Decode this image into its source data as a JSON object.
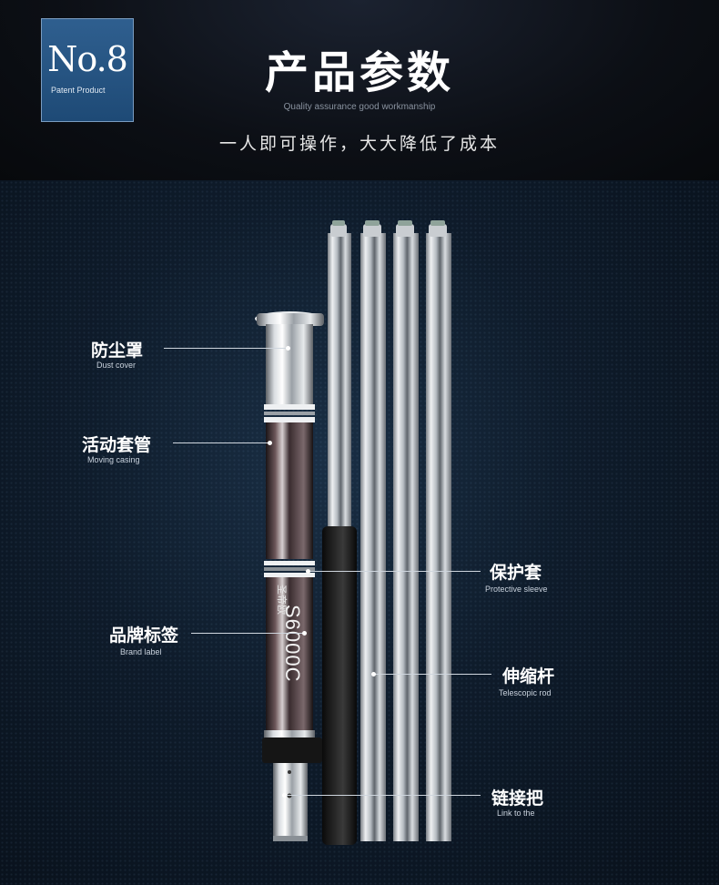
{
  "badge": {
    "number": "No.8",
    "subtitle": "Patent Product"
  },
  "header": {
    "title": "产品参数",
    "title_en": "Quality assurance good workmanship",
    "slogan": "一人即可操作，大大降低了成本"
  },
  "product": {
    "model": "S6000C",
    "brand_text": "圣帝欧"
  },
  "labels": [
    {
      "cn": "防尘罩",
      "en": "Dust cover"
    },
    {
      "cn": "活动套管",
      "en": "Moving casing"
    },
    {
      "cn": "品牌标签",
      "en": "Brand label"
    },
    {
      "cn": "保护套",
      "en": "Protective sleeve"
    },
    {
      "cn": "伸缩杆",
      "en": "Telescopic rod"
    },
    {
      "cn": "链接把",
      "en": "Link to the"
    }
  ],
  "colors": {
    "accent": "#1e4a76",
    "background": "#0e1b2a"
  }
}
